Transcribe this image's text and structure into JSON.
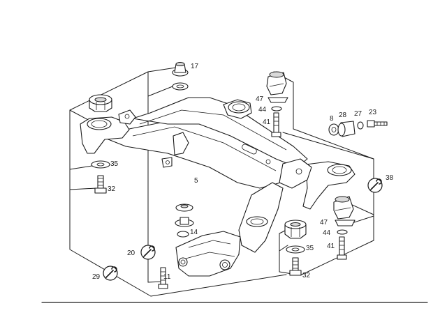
{
  "labels": {
    "p17": "17",
    "p47a": "47",
    "p44a": "44",
    "p41a": "41",
    "p8": "8",
    "p28": "28",
    "p27": "27",
    "p23": "23",
    "p35a": "35",
    "p32a": "32",
    "p5": "5",
    "p38": "38",
    "p14": "14",
    "p47b": "47",
    "p44b": "44",
    "p41b": "41",
    "p20": "20",
    "p35b": "35",
    "p11": "11",
    "p29": "29",
    "p32b": "32"
  },
  "icons": {
    "tool": "wrench-symbol-icon"
  }
}
